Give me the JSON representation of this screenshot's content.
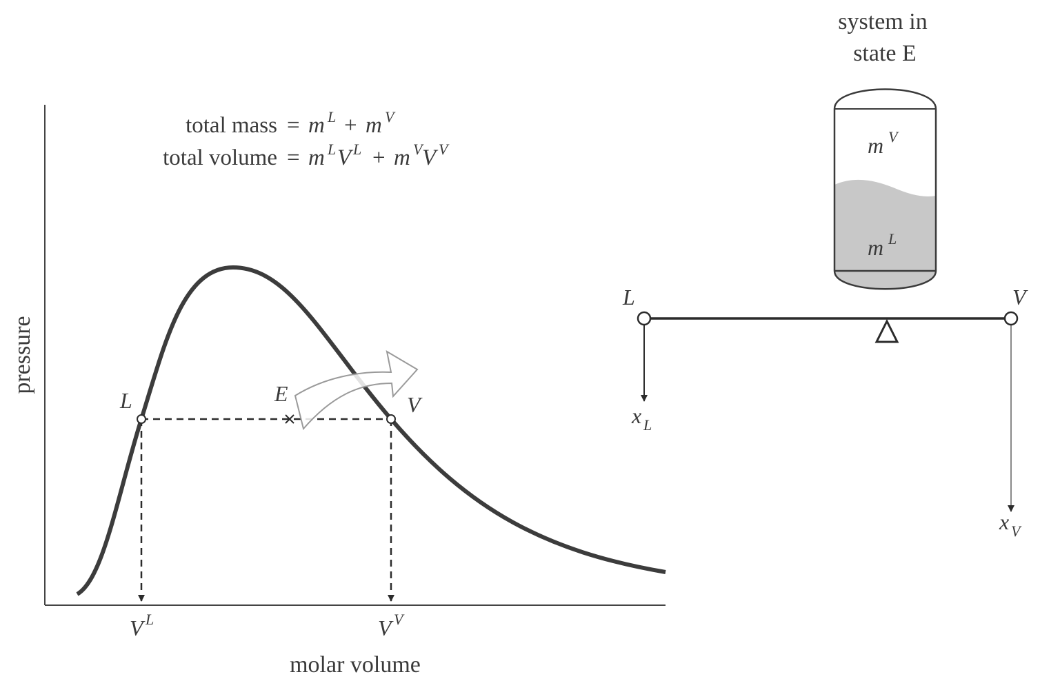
{
  "eq_mass": {
    "label": "total mass",
    "eq": "=",
    "mL": "m",
    "supL": "L",
    "plus": "+",
    "mV": "m",
    "supV": "V"
  },
  "eq_volume": {
    "label": "total volume",
    "eq": "=",
    "mL": "m",
    "supL": "L",
    "VL": "V",
    "supVL": "L",
    "plus": "+",
    "mV": "m",
    "supV": "V",
    "VV": "V",
    "supVV": "V"
  },
  "axes": {
    "ylabel": "pressure",
    "xlabel": "molar volume"
  },
  "points": {
    "L": "L",
    "E": "E",
    "V": "V"
  },
  "ticks": {
    "VL_base": "V",
    "VL_sup": "L",
    "VV_base": "V",
    "VV_sup": "V"
  },
  "tank": {
    "title_line1": "system in",
    "title_line2": "state E",
    "vapor_base": "m",
    "vapor_sup": "V",
    "liquid_base": "m",
    "liquid_sup": "L"
  },
  "lever": {
    "left_label": "L",
    "right_label": "V",
    "xL_base": "x",
    "xL_sub": "L",
    "xV_base": "x",
    "xV_sub": "V"
  },
  "colors": {
    "curve": "#3c3c3c",
    "liquid": "#c8c8c8",
    "text": "#3a3a3a",
    "light_line": "#888888"
  }
}
